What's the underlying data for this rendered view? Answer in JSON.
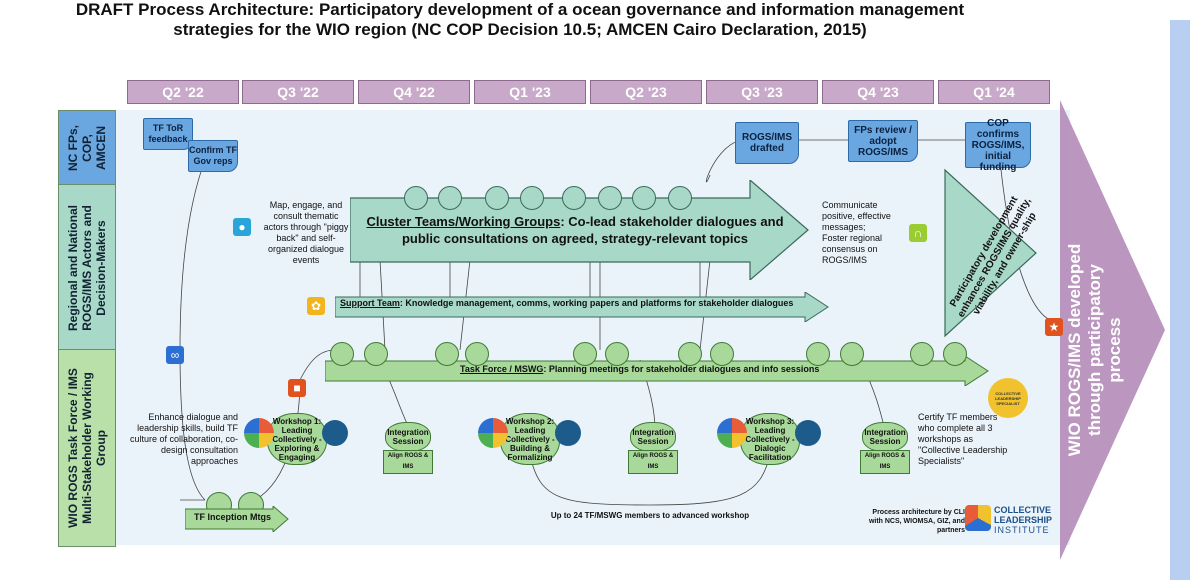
{
  "title": {
    "line1": "DRAFT Process Architecture: Participatory development of a ocean governance  and information management",
    "line2": "strategies for the WIO region (NC COP Decision 10.5; AMCEN Cairo Declaration, 2015)"
  },
  "quarters": [
    "Q2 '22",
    "Q3 '22",
    "Q4 '22",
    "Q1 '23",
    "Q2 '23",
    "Q3 '23",
    "Q4 '23",
    "Q1 '24"
  ],
  "lanes": {
    "top": "NC FPs, COP, AMCEN",
    "middle": "Regional and National ROGS/IMS Actors and Decision-Makers",
    "bottom": "WIO ROGS Task Force / IMS Multi-Stakeholder Working Group"
  },
  "flags": {
    "feedback": "TF ToR feedback",
    "confirm": "Confirm TF Gov reps",
    "drafted": "ROGS/IMS drafted",
    "review": "FPs review / adopt ROGS/IMS",
    "confirms": "COP confirms ROGS/IMS, initial funding"
  },
  "cluster": {
    "label": "Cluster Teams/Working Groups",
    "text": ": Co-lead stakeholder dialogues and public consultations on agreed, strategy-relevant topics"
  },
  "support": {
    "label": "Support Team",
    "text": ": Knowledge management, comms, working papers and platforms for stakeholder dialogues"
  },
  "taskforce": {
    "label": "Task Force / MSWG",
    "text": ": Planning meetings for stakeholder dialogues and info sessions"
  },
  "notes": {
    "map": "Map, engage, and consult thematic actors through \"piggy back\" and self-organized dialogue events",
    "communicate": "Communicate positive, effective messages; Foster regional consensus on ROGS/IMS",
    "enhance": "Enhance dialogue and leadership skills, build TF culture of collaboration, co-design consultation approaches",
    "certify": "Certify TF members who complete all 3 workshops as \"Collective Leadership Specialists\"",
    "advanced": "Up to 24 TF/MSWG members to advanced workshop",
    "credit": "Process architecture by CLI with NCS, WIOMSA, GIZ, and partners"
  },
  "triangle": "Participatory development enhances ROGS/IMS quality, viability, and owner-ship",
  "outcome": "WIO ROGS/IMS developed through participatory process",
  "inception": "TF Inception Mtgs",
  "workshops": [
    "Workshop 1: Leading Collectively - Exploring & Engaging",
    "Workshop 2: Leading Collectively - Building & Formalizing",
    "Workshop 3: Leading Collectively - Dialogic Facilitation"
  ],
  "integration": "Integration Session",
  "align": "Align ROGS & IMS",
  "badge": "COLLECTIVE LEADERSHIP SPECIALIST",
  "logo": {
    "line1": "COLLECTIVE",
    "line2": "LEADERSHIP",
    "line3": "INSTITUTE"
  },
  "colors": {
    "quarter": "#c9a9c9",
    "flag": "#6aa6e0",
    "green": "#a8d89a",
    "canvas": "#eaf3fa",
    "outcome": "#b48bb8",
    "rightbar": "#b9cff2"
  },
  "icons": [
    "people-icon",
    "group-icon",
    "support-icon",
    "presenter-icon",
    "handshake-icon",
    "achiever-icon",
    "badge-icon",
    "cli-logo-icon"
  ]
}
